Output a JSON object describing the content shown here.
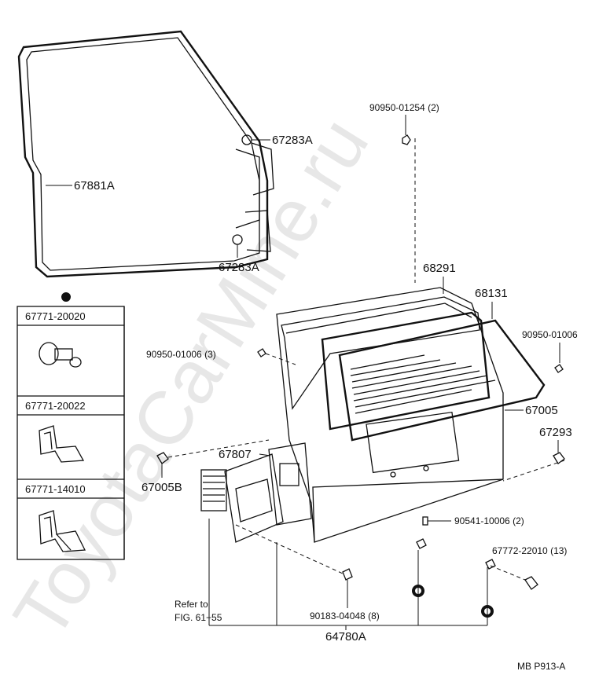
{
  "labels": {
    "weatherstrip_a": "67881A",
    "clip_top": "67283A",
    "clip_bottom": "67283A",
    "bolt_top": "90950-01254 (2)",
    "glass_run": "68291",
    "glass": "68131",
    "bolt_left": "90950-01006 (3)",
    "bolt_right": "90950-01006",
    "door_panel": "67005",
    "stopper": "67293",
    "trim_board": "67807",
    "bumper": "67005B",
    "screw": "90541-10006 (2)",
    "clip_count": "67772-22010 (13)",
    "refer_line1": "Refer to",
    "refer_line2": "FIG. 61−55",
    "nut": "90183-04048 (8)",
    "assembly": "64780A",
    "diagram_code": "MB P913-A"
  },
  "legend": {
    "parts": [
      "67771-20020",
      "67771-20022",
      "67771-14010"
    ]
  },
  "watermark": "ToyotaCarMine.ru"
}
